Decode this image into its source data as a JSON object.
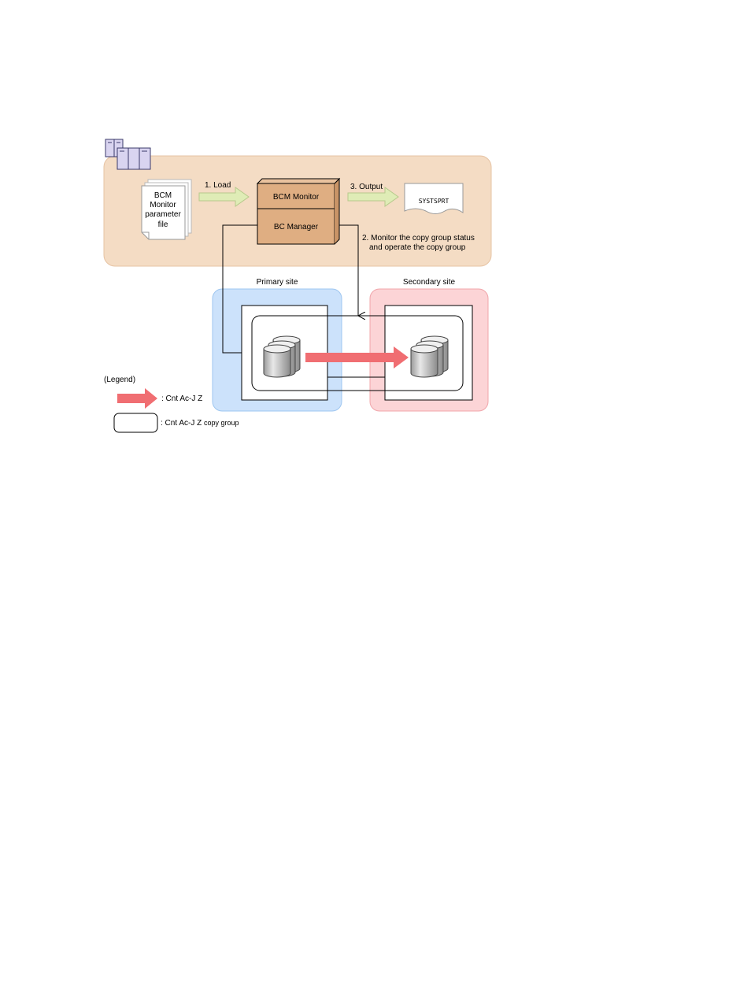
{
  "labels": {
    "param_file_line1": "BCM",
    "param_file_line2": "Monitor",
    "param_file_line3": "parameter",
    "param_file_line4": "file",
    "step_load": "1. Load",
    "bcm_monitor": "BCM Monitor",
    "bc_manager": "BC Manager",
    "step_output": "3. Output",
    "sysprint": "SYSTSPRT",
    "step_monitor_line1": "2. Monitor the copy group status",
    "step_monitor_line2": "and operate the copy group",
    "primary_site": "Primary site",
    "secondary_site": "Secondary site"
  },
  "legend": {
    "title": "(Legend)",
    "arrow_label": ": Cnt Ac-J Z",
    "group_label_prefix": ": Cnt Ac-J Z",
    "group_label_suffix": "copy group"
  },
  "colors": {
    "host_area": "#f4dcc4",
    "host_area_border": "#e6c3a3",
    "bcm_box": "#dfae82",
    "primary_site": "#cce2fb",
    "primary_site_border": "#9ec6f0",
    "secondary_site": "#fcd4d6",
    "secondary_site_border": "#f0a5aa",
    "copy_arrow": "#f06e72",
    "flow_arrow": "#dfecb6",
    "flow_arrow_border": "#b7c98c"
  },
  "icons": {
    "mainframe": "mainframe-icon",
    "parameter_file": "document-stack-icon",
    "output": "printout-icon",
    "volume": "disk-stack-icon"
  }
}
